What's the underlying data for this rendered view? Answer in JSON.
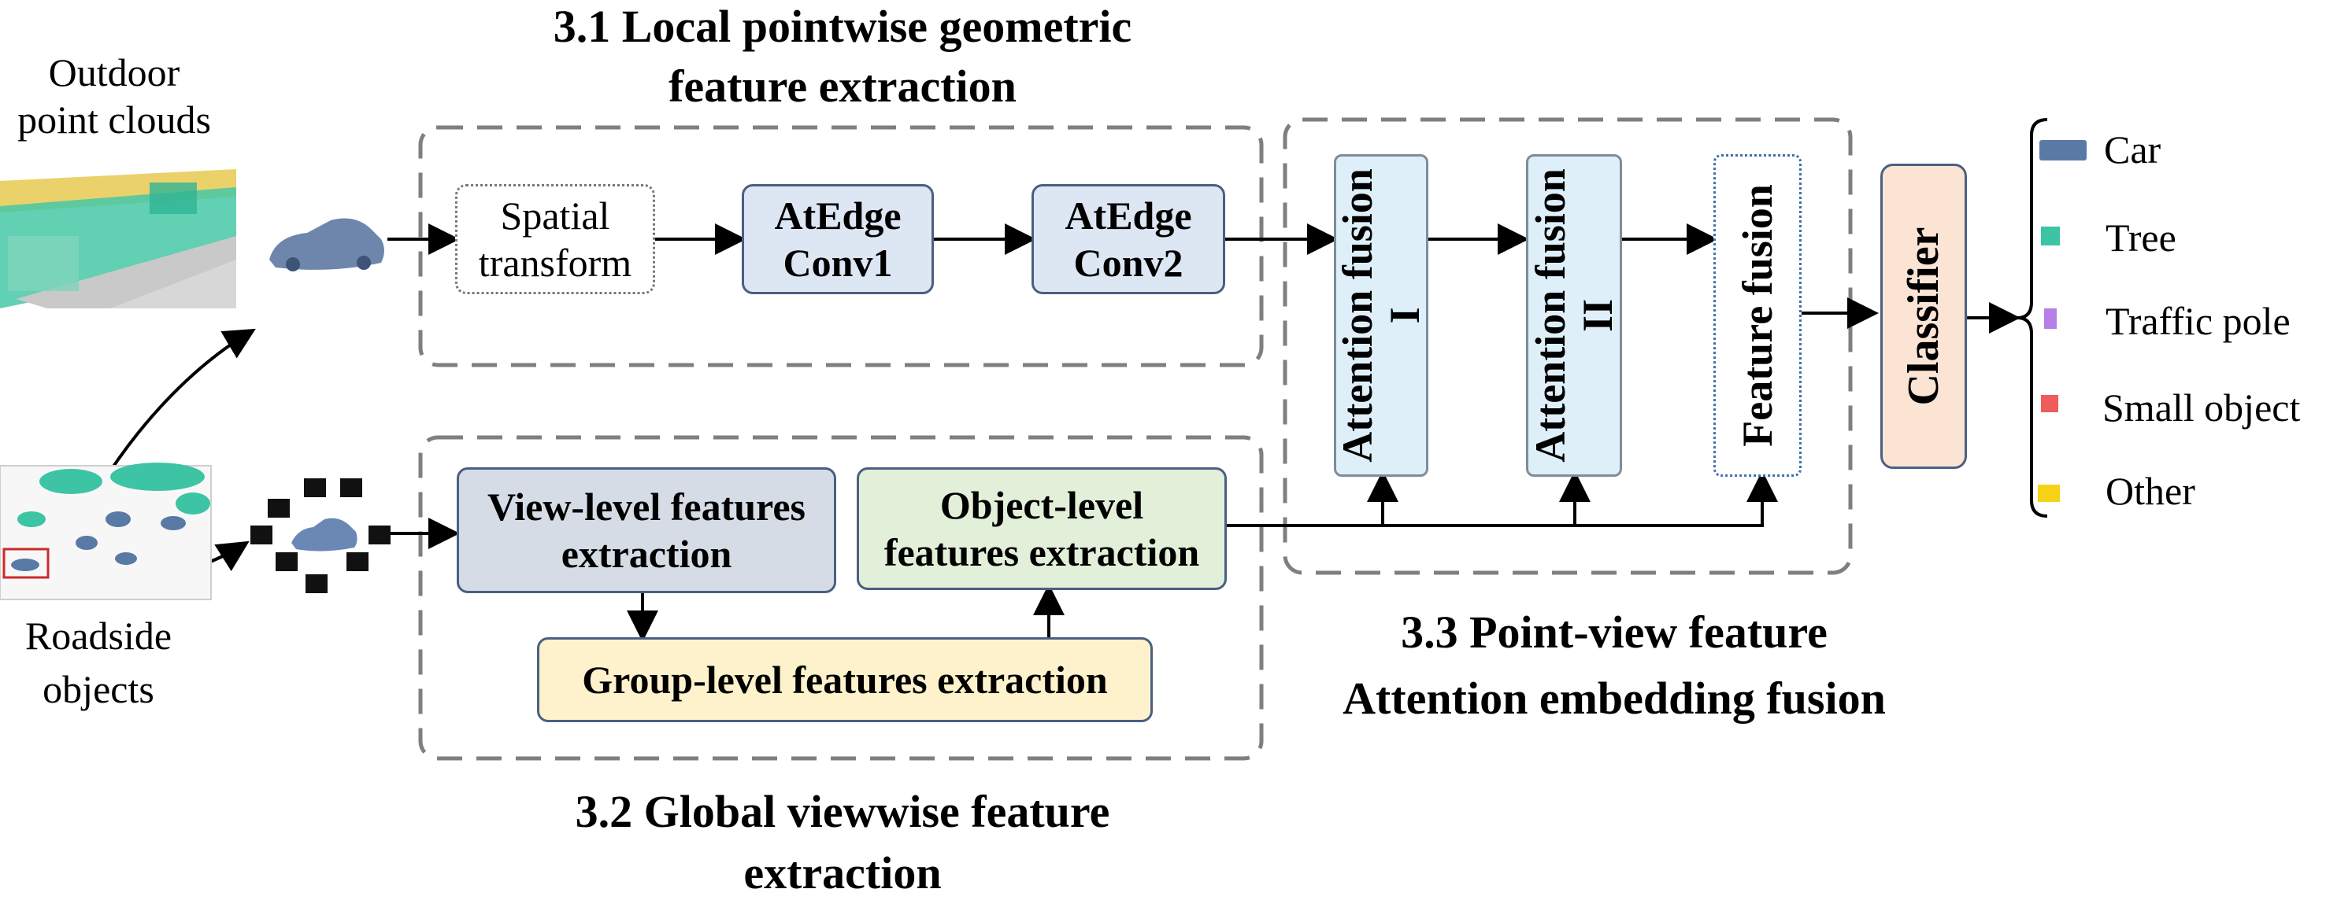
{
  "titles": {
    "local": [
      "3.1 Local pointwise geometric",
      "feature extraction"
    ],
    "global": [
      "3.2 Global viewwise feature",
      "extraction"
    ],
    "fusion": [
      "3.3 Point-view feature",
      "Attention embedding fusion"
    ]
  },
  "inputs": {
    "outdoor": [
      "Outdoor",
      "point clouds"
    ],
    "roadside": [
      "Roadside",
      "objects"
    ]
  },
  "boxes": {
    "spatial": [
      "Spatial",
      "transform"
    ],
    "atedge1": [
      "AtEdge",
      "Conv1"
    ],
    "atedge2": [
      "AtEdge",
      "Conv2"
    ],
    "view": [
      "View-level features",
      "extraction"
    ],
    "object": [
      "Object-level",
      "features extraction"
    ],
    "group": "Group-level features extraction",
    "att1": [
      "Attention fusion",
      "I"
    ],
    "att2": [
      "Attention fusion",
      "II"
    ],
    "feature": "Feature fusion",
    "classifier": "Classifier"
  },
  "legend": [
    {
      "label": "Car",
      "color": "#5a7aa6"
    },
    {
      "label": "Tree",
      "color": "#3cc4a4"
    },
    {
      "label": "Traffic pole",
      "color": "#b77ee6"
    },
    {
      "label": "Small object",
      "color": "#ef5c5c"
    },
    {
      "label": "Other",
      "color": "#f5d216"
    }
  ]
}
